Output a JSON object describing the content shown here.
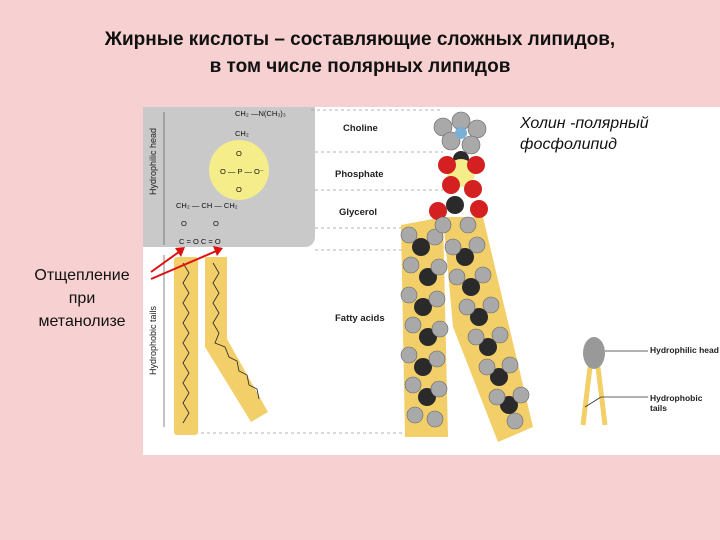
{
  "title": {
    "line1": "Жирные кислоты – составляющие сложных липидов,",
    "line2": "в том числе полярных липидов"
  },
  "figure": {
    "side_labels": {
      "hydrophilic_head": "Hydrophilic head",
      "hydrophobic_tails": "Hydrophobic tails"
    },
    "group_labels": {
      "choline": "Choline",
      "phosphate": "Phosphate",
      "glycerol": "Glycerol",
      "fatty_acids": "Fatty acids"
    },
    "chem": {
      "ch2_a": "CH₂",
      "n_group": "—N(CH₃)₃",
      "ch2_b": "CH₂",
      "o1": "O",
      "p_row": "O — P — O⁻",
      "o2": "O",
      "gly_row": "CH₂ — CH — CH₂",
      "o3": "O",
      "o4": "O",
      "ester_row": "C = O  C = O"
    },
    "legend": {
      "head": "Hydrophilic head",
      "tails": "Hydrophobic tails"
    }
  },
  "annotations": {
    "choline_note_line1": "Холин -полярный",
    "choline_note_line2": "фосфолипид",
    "cleavage_line1": "Отщепление",
    "cleavage_line2": "при",
    "cleavage_line3": "метанолизе"
  },
  "colors": {
    "background": "#f7d1d1",
    "tail_fill": "#f3cf6a",
    "head_box": "#c9c9c9",
    "phosphate_circle": "#f5ec8a",
    "arrow": "#dd1111",
    "oxygen": "#d42020",
    "carbon": "#2a2a2a",
    "hydrogen": "#a9a9a9"
  }
}
